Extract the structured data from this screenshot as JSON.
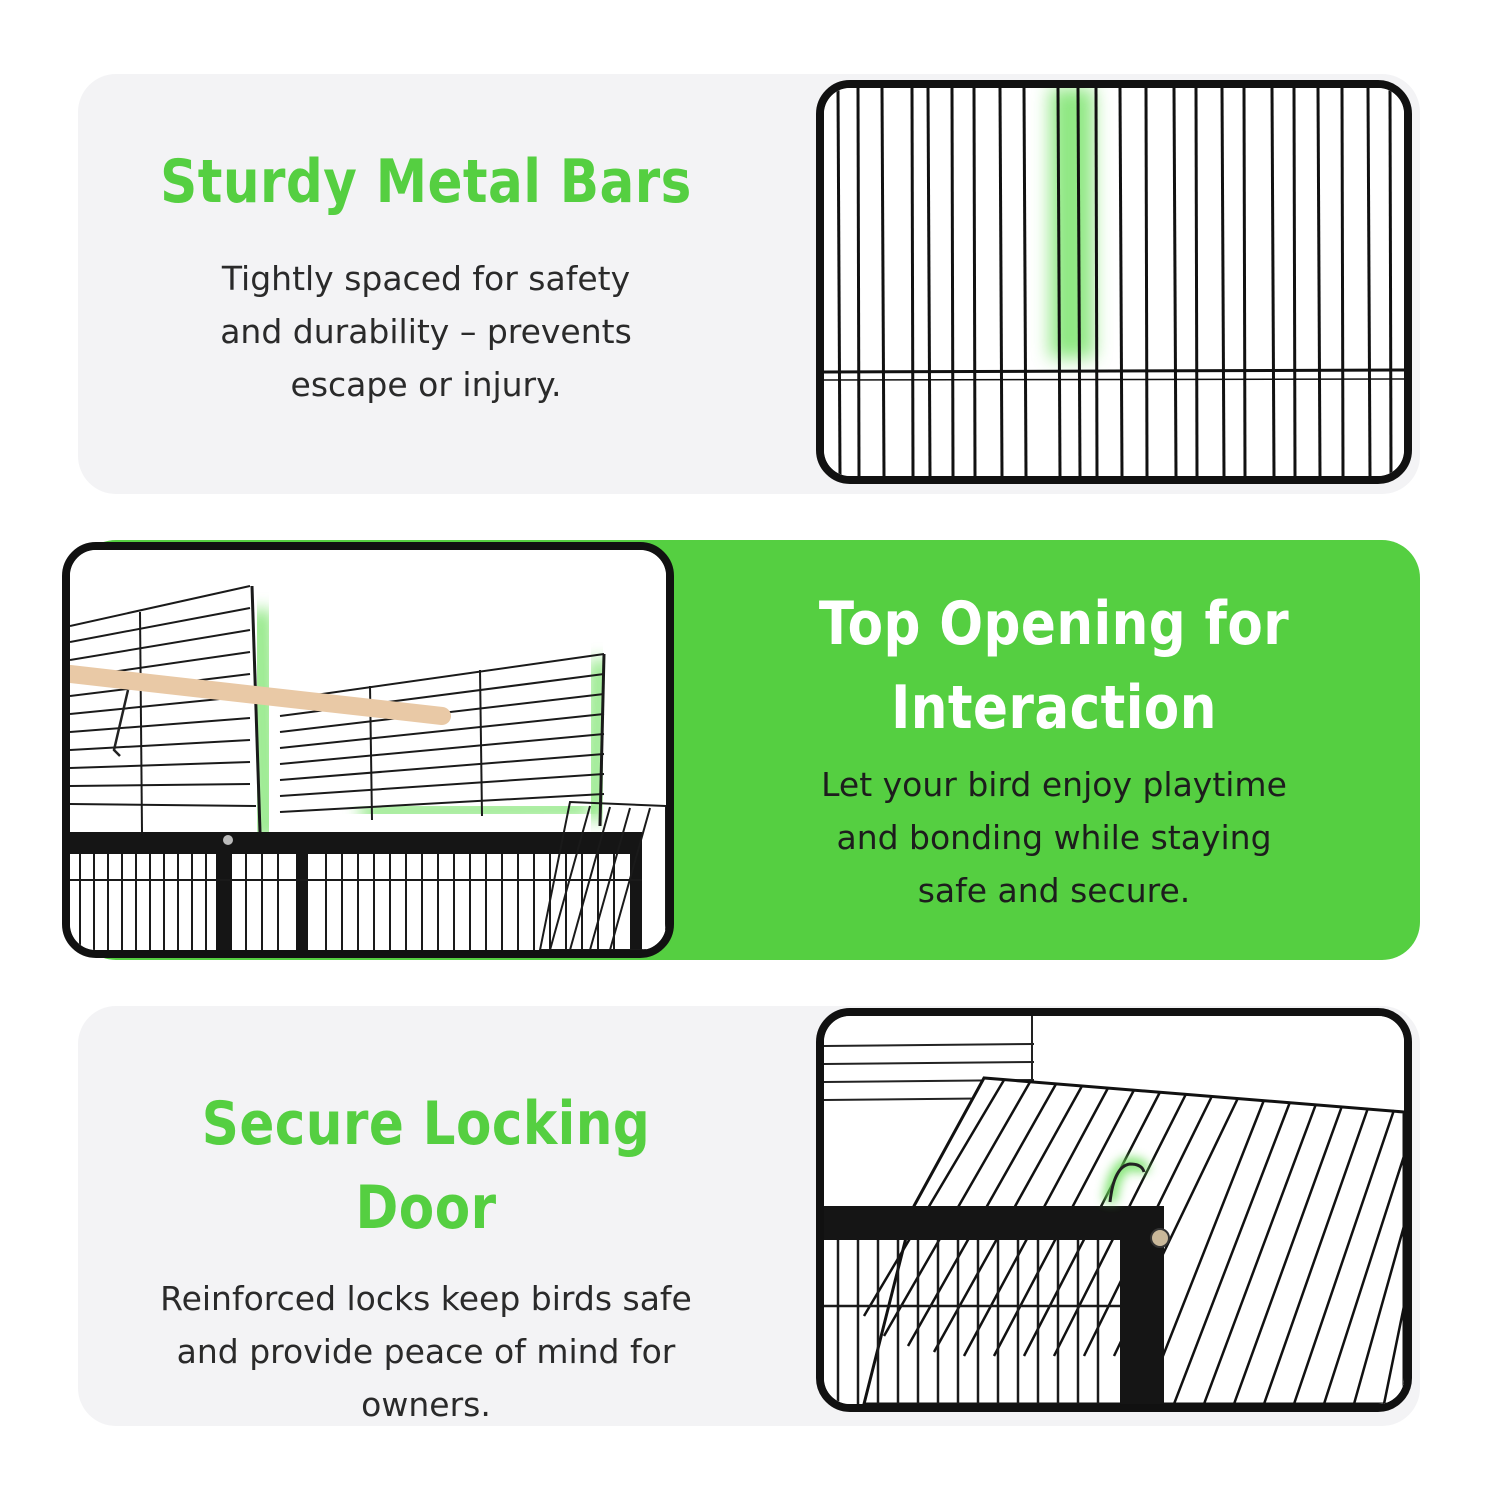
{
  "features": [
    {
      "title": "Sturdy Metal Bars",
      "description": [
        "Tightly spaced for safety",
        "and durability – prevents",
        "escape or injury."
      ]
    },
    {
      "title_lines": [
        "Top Opening for",
        "Interaction"
      ],
      "description": [
        "Let your bird enjoy playtime",
        "and bonding while staying",
        "safe and secure."
      ]
    },
    {
      "title": "Secure Locking Door",
      "description": [
        "Reinforced locks keep birds safe",
        "and provide peace of mind for",
        "owners."
      ]
    }
  ],
  "colors": {
    "accent_green": "#55cf41",
    "card_background": "#f3f3f5",
    "frame_black": "#111111"
  },
  "icons": [
    "cage-bars-photo",
    "cage-top-opening-photo",
    "cage-door-latch-photo"
  ]
}
